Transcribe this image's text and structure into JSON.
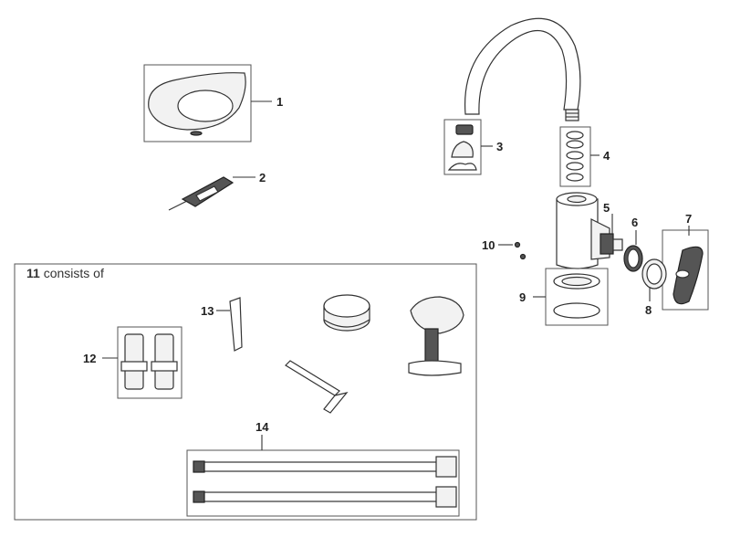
{
  "kit_box": {
    "number": "11",
    "text": "consists of"
  },
  "callouts": {
    "c1": "1",
    "c2": "2",
    "c3": "3",
    "c4": "4",
    "c5": "5",
    "c6": "6",
    "c7": "7",
    "c8": "8",
    "c9": "9",
    "c10": "10",
    "c12": "12",
    "c13": "13",
    "c14": "14"
  },
  "colors": {
    "line": "#333333",
    "part_fill": "#f2f2f2",
    "dark_part": "#555555",
    "background": "#ffffff"
  }
}
